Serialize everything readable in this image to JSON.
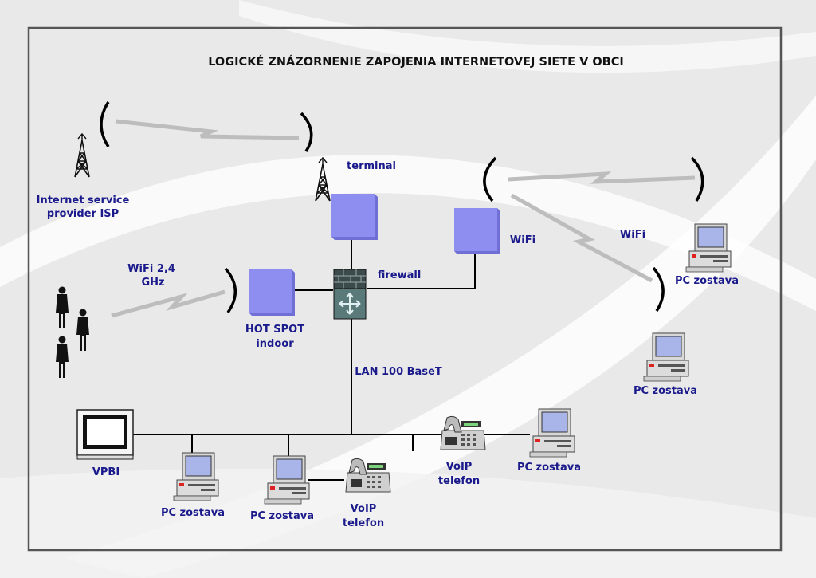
{
  "title": "LOGICKÉ ZNÁZORNENIE ZAPOJENIA INTERNETOVEJ SIETE V OBCI",
  "colors": {
    "link": "#000000",
    "box": "#8e8ef0",
    "label": "#1a1a8c",
    "wireless": "#b8b8b8"
  },
  "labels": {
    "isp_line1": "Internet service",
    "isp_line2": "provider ISP",
    "terminal": "terminal",
    "wifi_top": "WiFi",
    "wifi_right": "WiFi",
    "wifi24_line1": "WiFi 2,4",
    "wifi24_line2": "GHz",
    "firewall": "firewall",
    "hotspot_line1": "HOT SPOT",
    "hotspot_line2": "indoor",
    "lan": "LAN 100 BaseT",
    "vpbi": "VPBI",
    "pc1": "PC zostava",
    "pc2": "PC zostava",
    "voip1_line1": "VoIP",
    "voip1_line2": "telefon",
    "voip2_line1": "VoIP",
    "voip2_line2": "telefon",
    "pc3": "PC zostava",
    "pc_mid": "PC zostava",
    "pc_top": "PC zostava"
  },
  "icons": [
    "radio-tower-icon",
    "person-icon",
    "firewall-router-icon",
    "computer-icon",
    "telephone-icon",
    "monitor-icon",
    "antenna-icon",
    "lightning-link-icon"
  ]
}
